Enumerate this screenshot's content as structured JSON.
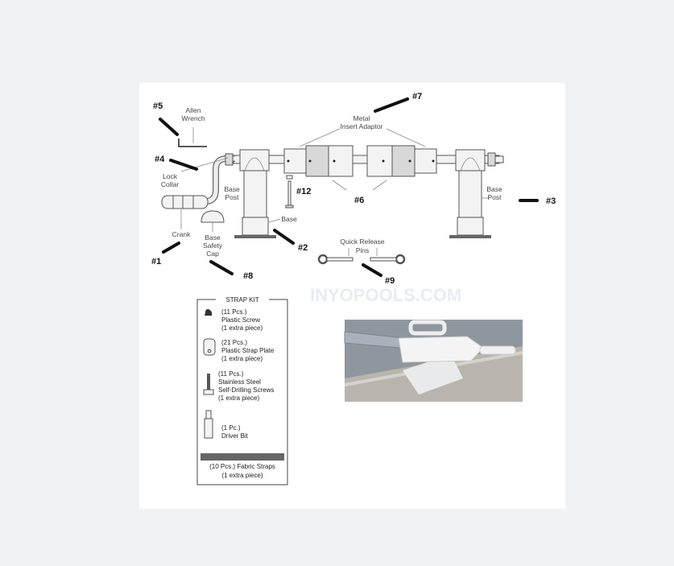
{
  "labels": {
    "allen_wrench": [
      "Allen",
      "Wrench"
    ],
    "lock_collar": [
      "Lock",
      "Collar"
    ],
    "base_post_left": [
      "Base",
      "Post"
    ],
    "base_post_right": [
      "Base",
      "Post"
    ],
    "base": "Base",
    "crank": "Crank",
    "base_safety_cap": [
      "Base",
      "Safety",
      "Cap"
    ],
    "metal_insert_adaptor": [
      "Metal",
      "Insert Adaptor"
    ],
    "quick_release_pins": [
      "Quick Release",
      "Pins"
    ]
  },
  "part_numbers": {
    "p1": "#1",
    "p2": "#2",
    "p3": "#3",
    "p4": "#4",
    "p5": "#5",
    "p6": "#6",
    "p7": "#7",
    "p8": "#8",
    "p9": "#9",
    "p12": "#12"
  },
  "strap_kit": {
    "title": "STRAP KIT",
    "items": [
      {
        "lines": [
          "(11 Pcs.)",
          "Plastic Screw",
          "(1 extra piece)"
        ]
      },
      {
        "lines": [
          "(21 Pcs.)",
          "Plastic Strap Plate",
          "(1 extra piece)"
        ]
      },
      {
        "lines": [
          "(11 Pcs.)",
          "Stainless Steel",
          "Self-Drilling Screws",
          "(1 extra piece)"
        ]
      },
      {
        "lines": [
          "(1 Pc.)",
          "Driver Bit"
        ]
      }
    ],
    "straps": [
      "(10 Pcs.) Fabric Straps",
      "(1 extra piece)"
    ]
  },
  "watermark": "INYOPOOLS.COM"
}
